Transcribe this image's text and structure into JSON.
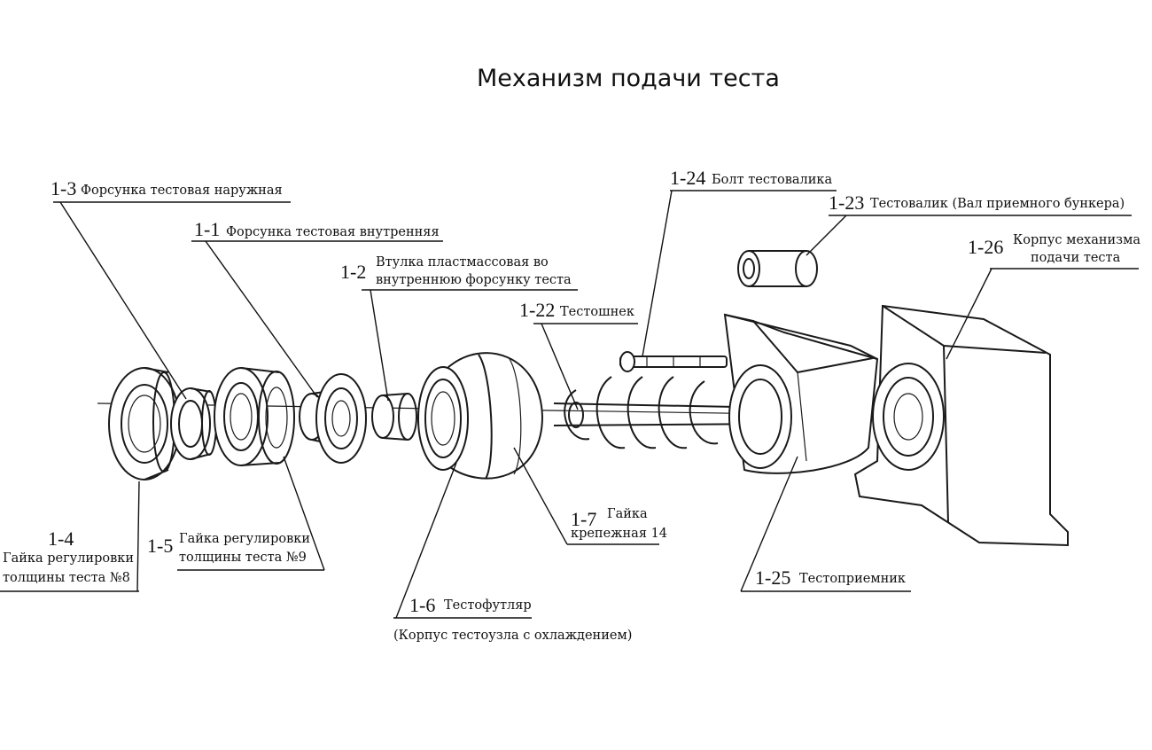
{
  "title": "Механизм подачи теста",
  "labels": {
    "p1_3": {
      "code": "1-3",
      "text": "Форсунка тестовая наружная"
    },
    "p1_1": {
      "code": "1-1",
      "text": "Форсунка тестовая внутренняя"
    },
    "p1_2": {
      "code": "1-2",
      "line1": "Втулка пластмассовая во",
      "line2": "внутреннюю форсунку теста"
    },
    "p1_22": {
      "code": "1-22",
      "text": "Тестошнек"
    },
    "p1_24": {
      "code": "1-24",
      "text": "Болт тестовалика"
    },
    "p1_23": {
      "code": "1-23",
      "text": "Тестовалик (Вал приемного бункера)"
    },
    "p1_26": {
      "code": "1-26",
      "line1": "Корпус механизма",
      "line2": "подачи теста"
    },
    "p1_4": {
      "code": "1-4",
      "line1": "Гайка регулировки",
      "line2": "толщины теста №8"
    },
    "p1_5": {
      "code": "1-5",
      "line1": "Гайка регулировки",
      "line2": "толщины теста №9"
    },
    "p1_7": {
      "code": "1-7",
      "line1": "Гайка",
      "line2": "крепежная 14"
    },
    "p1_6": {
      "code": "1-6",
      "text": "Тестофутляр",
      "note": "(Корпус тестоузла с охлаждением)"
    },
    "p1_25": {
      "code": "1-25",
      "text": "Тестоприемник"
    }
  },
  "colors": {
    "ink": "#111111",
    "background": "#ffffff"
  }
}
